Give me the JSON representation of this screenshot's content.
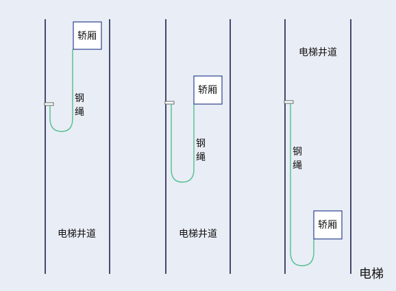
{
  "colors": {
    "background": "#e9edf5",
    "shaft_wall": "#1a1f4a",
    "car_border": "#2a3f8f",
    "car_fill": "#ffffff",
    "rope": "#4fbf8f",
    "bracket": "#666666",
    "text": "#111111"
  },
  "panels": [
    {
      "car_label": "轿厢",
      "rope_label_1": "钢",
      "rope_label_2": "绳",
      "shaft_label": "电梯井道"
    },
    {
      "car_label": "轿厢",
      "rope_label_1": "钢",
      "rope_label_2": "绳",
      "shaft_label": "电梯井道"
    },
    {
      "car_label": "轿厢",
      "rope_label_1": "钢",
      "rope_label_2": "绳",
      "shaft_label": "电梯井道"
    }
  ],
  "watermark": "电梯"
}
